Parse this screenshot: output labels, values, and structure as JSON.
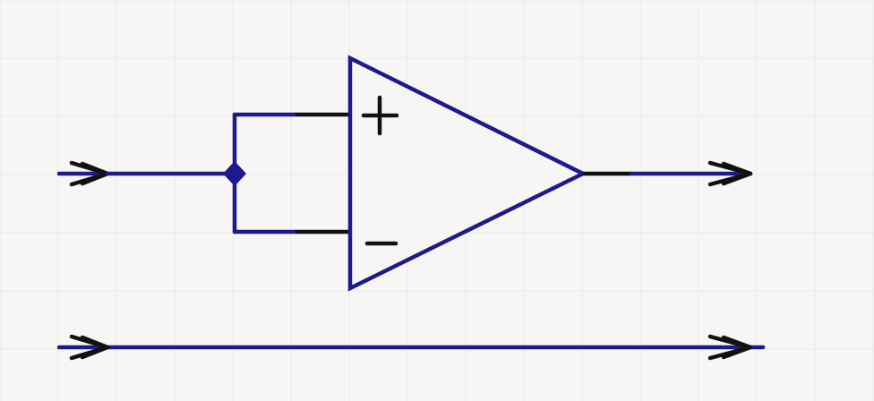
{
  "schematic": {
    "background_color": "#f7f6f5",
    "grid_color": "#e9e9e9",
    "wire_color": "#1f1a8c",
    "pin_color": "#111111",
    "components": [
      {
        "type": "op-amp",
        "inputs": [
          "non-inverting",
          "inverting"
        ],
        "output": "single"
      },
      {
        "type": "junction",
        "connects": [
          "input-port",
          "non-inverting",
          "inverting"
        ]
      }
    ],
    "ports": [
      {
        "type": "input-port-icon",
        "net": "signal-net"
      },
      {
        "type": "output-port-icon",
        "net": "signal-net"
      },
      {
        "type": "input-port-icon",
        "net": "bottom-net"
      },
      {
        "type": "output-port-icon",
        "net": "bottom-net"
      }
    ],
    "signs": {
      "plus": "+",
      "minus": "−"
    }
  }
}
